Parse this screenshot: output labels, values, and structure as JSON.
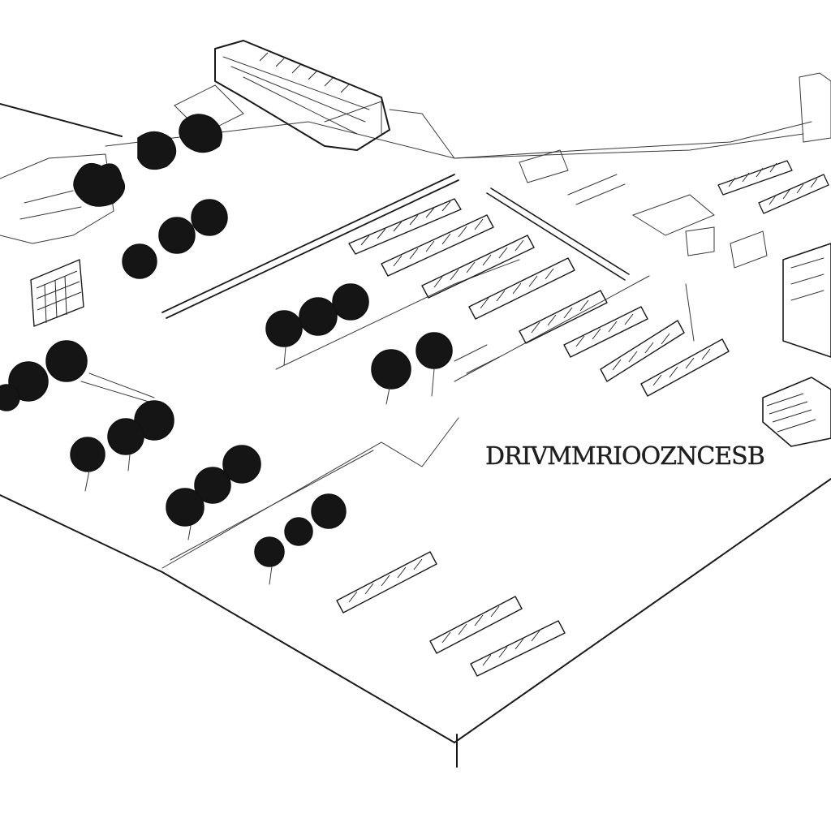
{
  "drawing": {
    "style": "pencil sketch, black ink on white",
    "subject": "isometric site plan",
    "label": "DRIVMMRIOOZNCESB",
    "colors": {
      "background": "#ffffff",
      "ink": "#1a1a1a",
      "fill": "#151515"
    }
  }
}
